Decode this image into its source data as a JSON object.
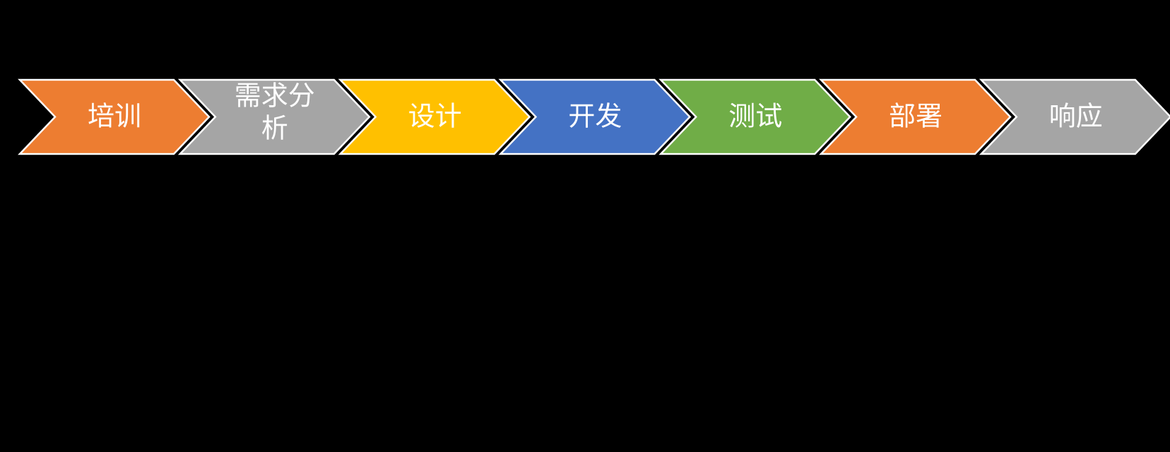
{
  "diagram": {
    "title": "process-flow-chevrons",
    "background_color": "#000000",
    "outline_color": "#FFFFFF",
    "text_color": "#FFFFFF",
    "steps": [
      {
        "label": "培训",
        "lines": [
          "培训"
        ],
        "color": "#ED7D31"
      },
      {
        "label": "需求分析",
        "lines": [
          "需求分",
          "析"
        ],
        "color": "#A5A5A5"
      },
      {
        "label": "设计",
        "lines": [
          "设计"
        ],
        "color": "#FFC000"
      },
      {
        "label": "开发",
        "lines": [
          "开发"
        ],
        "color": "#4472C4"
      },
      {
        "label": "测试",
        "lines": [
          "测试"
        ],
        "color": "#70AD47"
      },
      {
        "label": "部署",
        "lines": [
          "部署"
        ],
        "color": "#ED7D31"
      },
      {
        "label": "响应",
        "lines": [
          "响应"
        ],
        "color": "#A5A5A5"
      }
    ]
  }
}
